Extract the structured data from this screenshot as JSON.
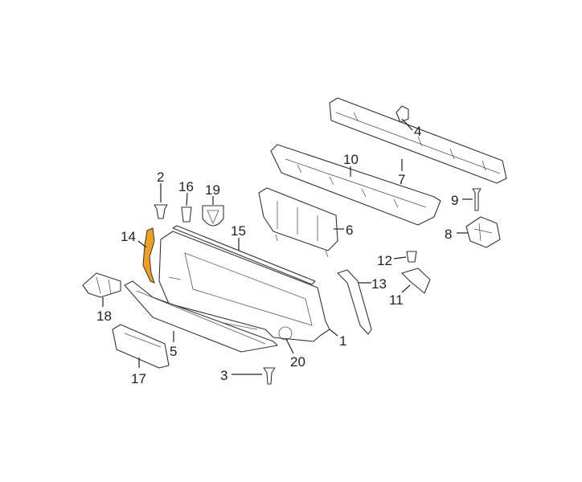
{
  "diagram": {
    "highlight_color": "#f0a020",
    "highlighted_part": "14",
    "callouts": [
      "1",
      "2",
      "3",
      "4",
      "5",
      "6",
      "7",
      "8",
      "9",
      "10",
      "11",
      "12",
      "13",
      "14",
      "15",
      "16",
      "17",
      "18",
      "19",
      "20"
    ]
  }
}
